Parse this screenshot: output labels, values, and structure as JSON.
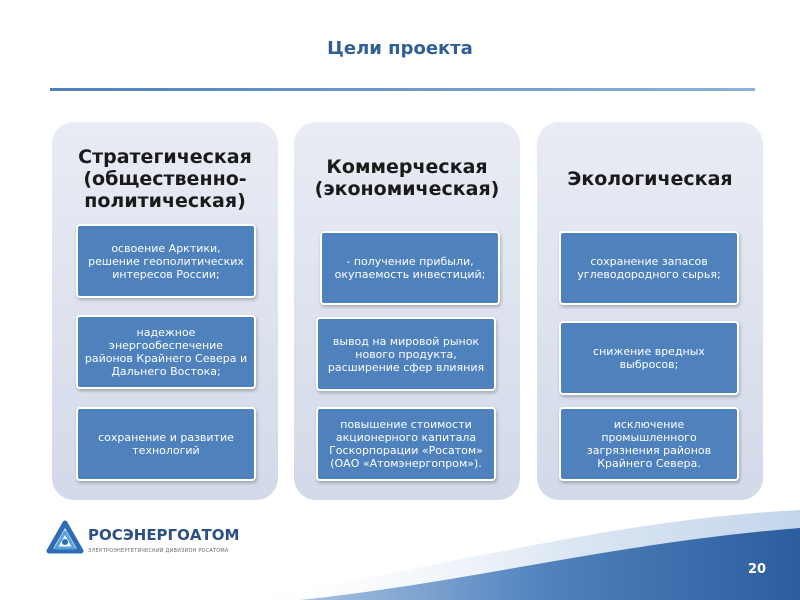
{
  "title": "Цели проекта",
  "columns": [
    {
      "heading_lines": [
        "Стратегическая",
        "(общественно-",
        "политическая)"
      ],
      "boxes": [
        "освоение Арктики, решение геополитических интересов России;",
        "надежное энергообеспечение районов Крайнего Севера и Дальнего Востока;",
        "сохранение и развитие технологий"
      ]
    },
    {
      "heading_lines": [
        "Коммерческая",
        "(экономическая)"
      ],
      "boxes": [
        "- получение прибыли, окупаемость инвестиций;",
        "вывод на мировой рынок нового продукта, расширение сфер влияния",
        "повышение стоимости акционерного капитала Госкорпорации «Росатом» (ОАО «Атомэнергопром»)."
      ]
    },
    {
      "heading_lines": [
        "Экологическая"
      ],
      "boxes": [
        "сохранение запасов углеводородного сырья;",
        "снижение вредных выбросов;",
        "исключение промышленного загрязнения районов Крайнего Севера."
      ]
    }
  ],
  "logo": {
    "name": "РОСЭНЕРГОАТОМ",
    "subtitle": "ЭЛЕКТРОЭНЕРГЕТИЧЕСКИЙ ДИВИЗИОН РОСАТОМА",
    "icon": "atom-logo-icon"
  },
  "page_number": "20",
  "colors": {
    "accent": "#4f81bd",
    "title": "#2f5f95",
    "column_bg": "#dde2ee",
    "footer_wave": "#3a6db0"
  }
}
